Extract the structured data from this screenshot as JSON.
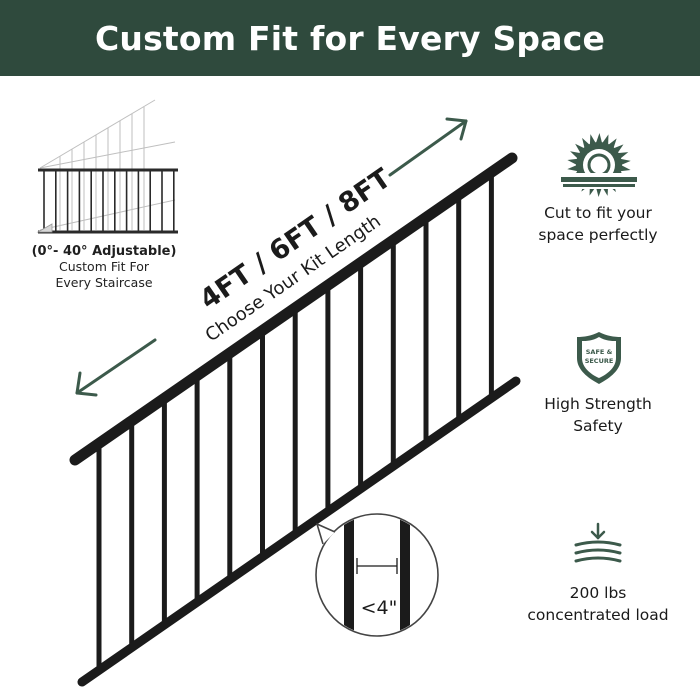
{
  "header": {
    "title": "Custom Fit for Every Space"
  },
  "adjust": {
    "range": "(0°- 40° Adjustable)",
    "line1": "Custom Fit For",
    "line2": "Every Staircase"
  },
  "kit": {
    "sizes": "4FT / 6FT / 8FT",
    "subtitle": "Choose Your Kit Length"
  },
  "spacing": {
    "label": "<4\""
  },
  "features": [
    {
      "icon": "saw-blade-icon",
      "line1": "Cut to fit your",
      "line2": "space perfectly"
    },
    {
      "icon": "shield-icon",
      "badge_top": "SAFE &",
      "badge_bottom": "SECURE",
      "line1": "High Strength",
      "line2": "Safety"
    },
    {
      "icon": "load-icon",
      "line1": "200 lbs",
      "line2": "concentrated load"
    }
  ],
  "colors": {
    "brand_green": "#2f4a3d",
    "rail_black": "#1b1b1b",
    "arrow_green": "#3c5a4b"
  }
}
